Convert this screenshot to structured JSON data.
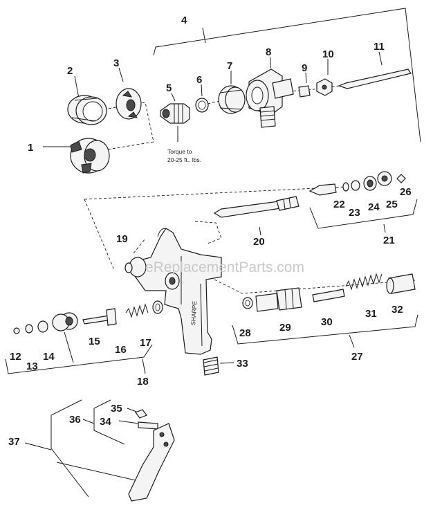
{
  "callouts": [
    "1",
    "2",
    "3",
    "4",
    "5",
    "6",
    "7",
    "8",
    "9",
    "10",
    "11",
    "12",
    "13",
    "14",
    "15",
    "16",
    "17",
    "18",
    "19",
    "20",
    "21",
    "22",
    "23",
    "24",
    "25",
    "26",
    "27",
    "28",
    "29",
    "30",
    "31",
    "32",
    "33",
    "34",
    "35",
    "36",
    "37"
  ],
  "torque_note": {
    "line1": "Torque to",
    "line2": "20-25 ft.. lbs."
  },
  "watermark": "eReplacementParts.com",
  "gun_label": "SHARPE"
}
